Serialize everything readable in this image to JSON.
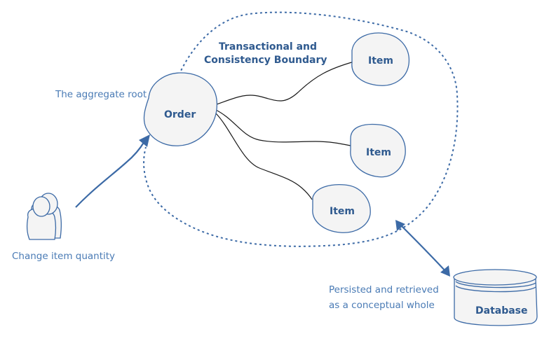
{
  "boundary": {
    "label_line1": "Transactional and",
    "label_line2": "Consistency Boundary"
  },
  "order": {
    "label": "Order",
    "caption": "The aggregate root"
  },
  "items": [
    {
      "label": "Item"
    },
    {
      "label": "Item"
    },
    {
      "label": "Item"
    }
  ],
  "actor": {
    "caption": "Change item quantity",
    "icon": "user-icon"
  },
  "database": {
    "label": "Database",
    "caption_line1": "Persisted and retrieved",
    "caption_line2": "as a conceptual whole",
    "icon": "database-icon"
  },
  "colors": {
    "accent": "#3c6aa6",
    "node_fill": "#f4f4f4",
    "connector": "#1a1a1a"
  }
}
